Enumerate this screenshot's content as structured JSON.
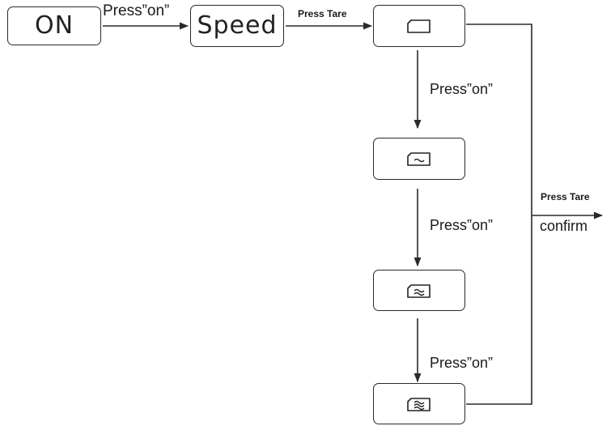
{
  "flow": {
    "start_box": {
      "text": "ON"
    },
    "speed_box": {
      "text": "Speed"
    },
    "label_press_on_top": "Press”on”",
    "label_press_tare_top": "Press Tare",
    "label_press_on_1": "Press”on”",
    "label_press_on_2": "Press”on”",
    "label_press_on_3": "Press”on”",
    "confirm_label_top": "Press Tare",
    "confirm_label_bottom": "confirm",
    "modes": [
      {
        "icon": "speed-mode-1-icon",
        "waves": 0
      },
      {
        "icon": "speed-mode-2-icon",
        "waves": 1
      },
      {
        "icon": "speed-mode-3-icon",
        "waves": 2
      },
      {
        "icon": "speed-mode-4-icon",
        "waves": 3
      }
    ]
  },
  "colors": {
    "line": "#2a2a2a",
    "text": "#1a1a1a"
  }
}
